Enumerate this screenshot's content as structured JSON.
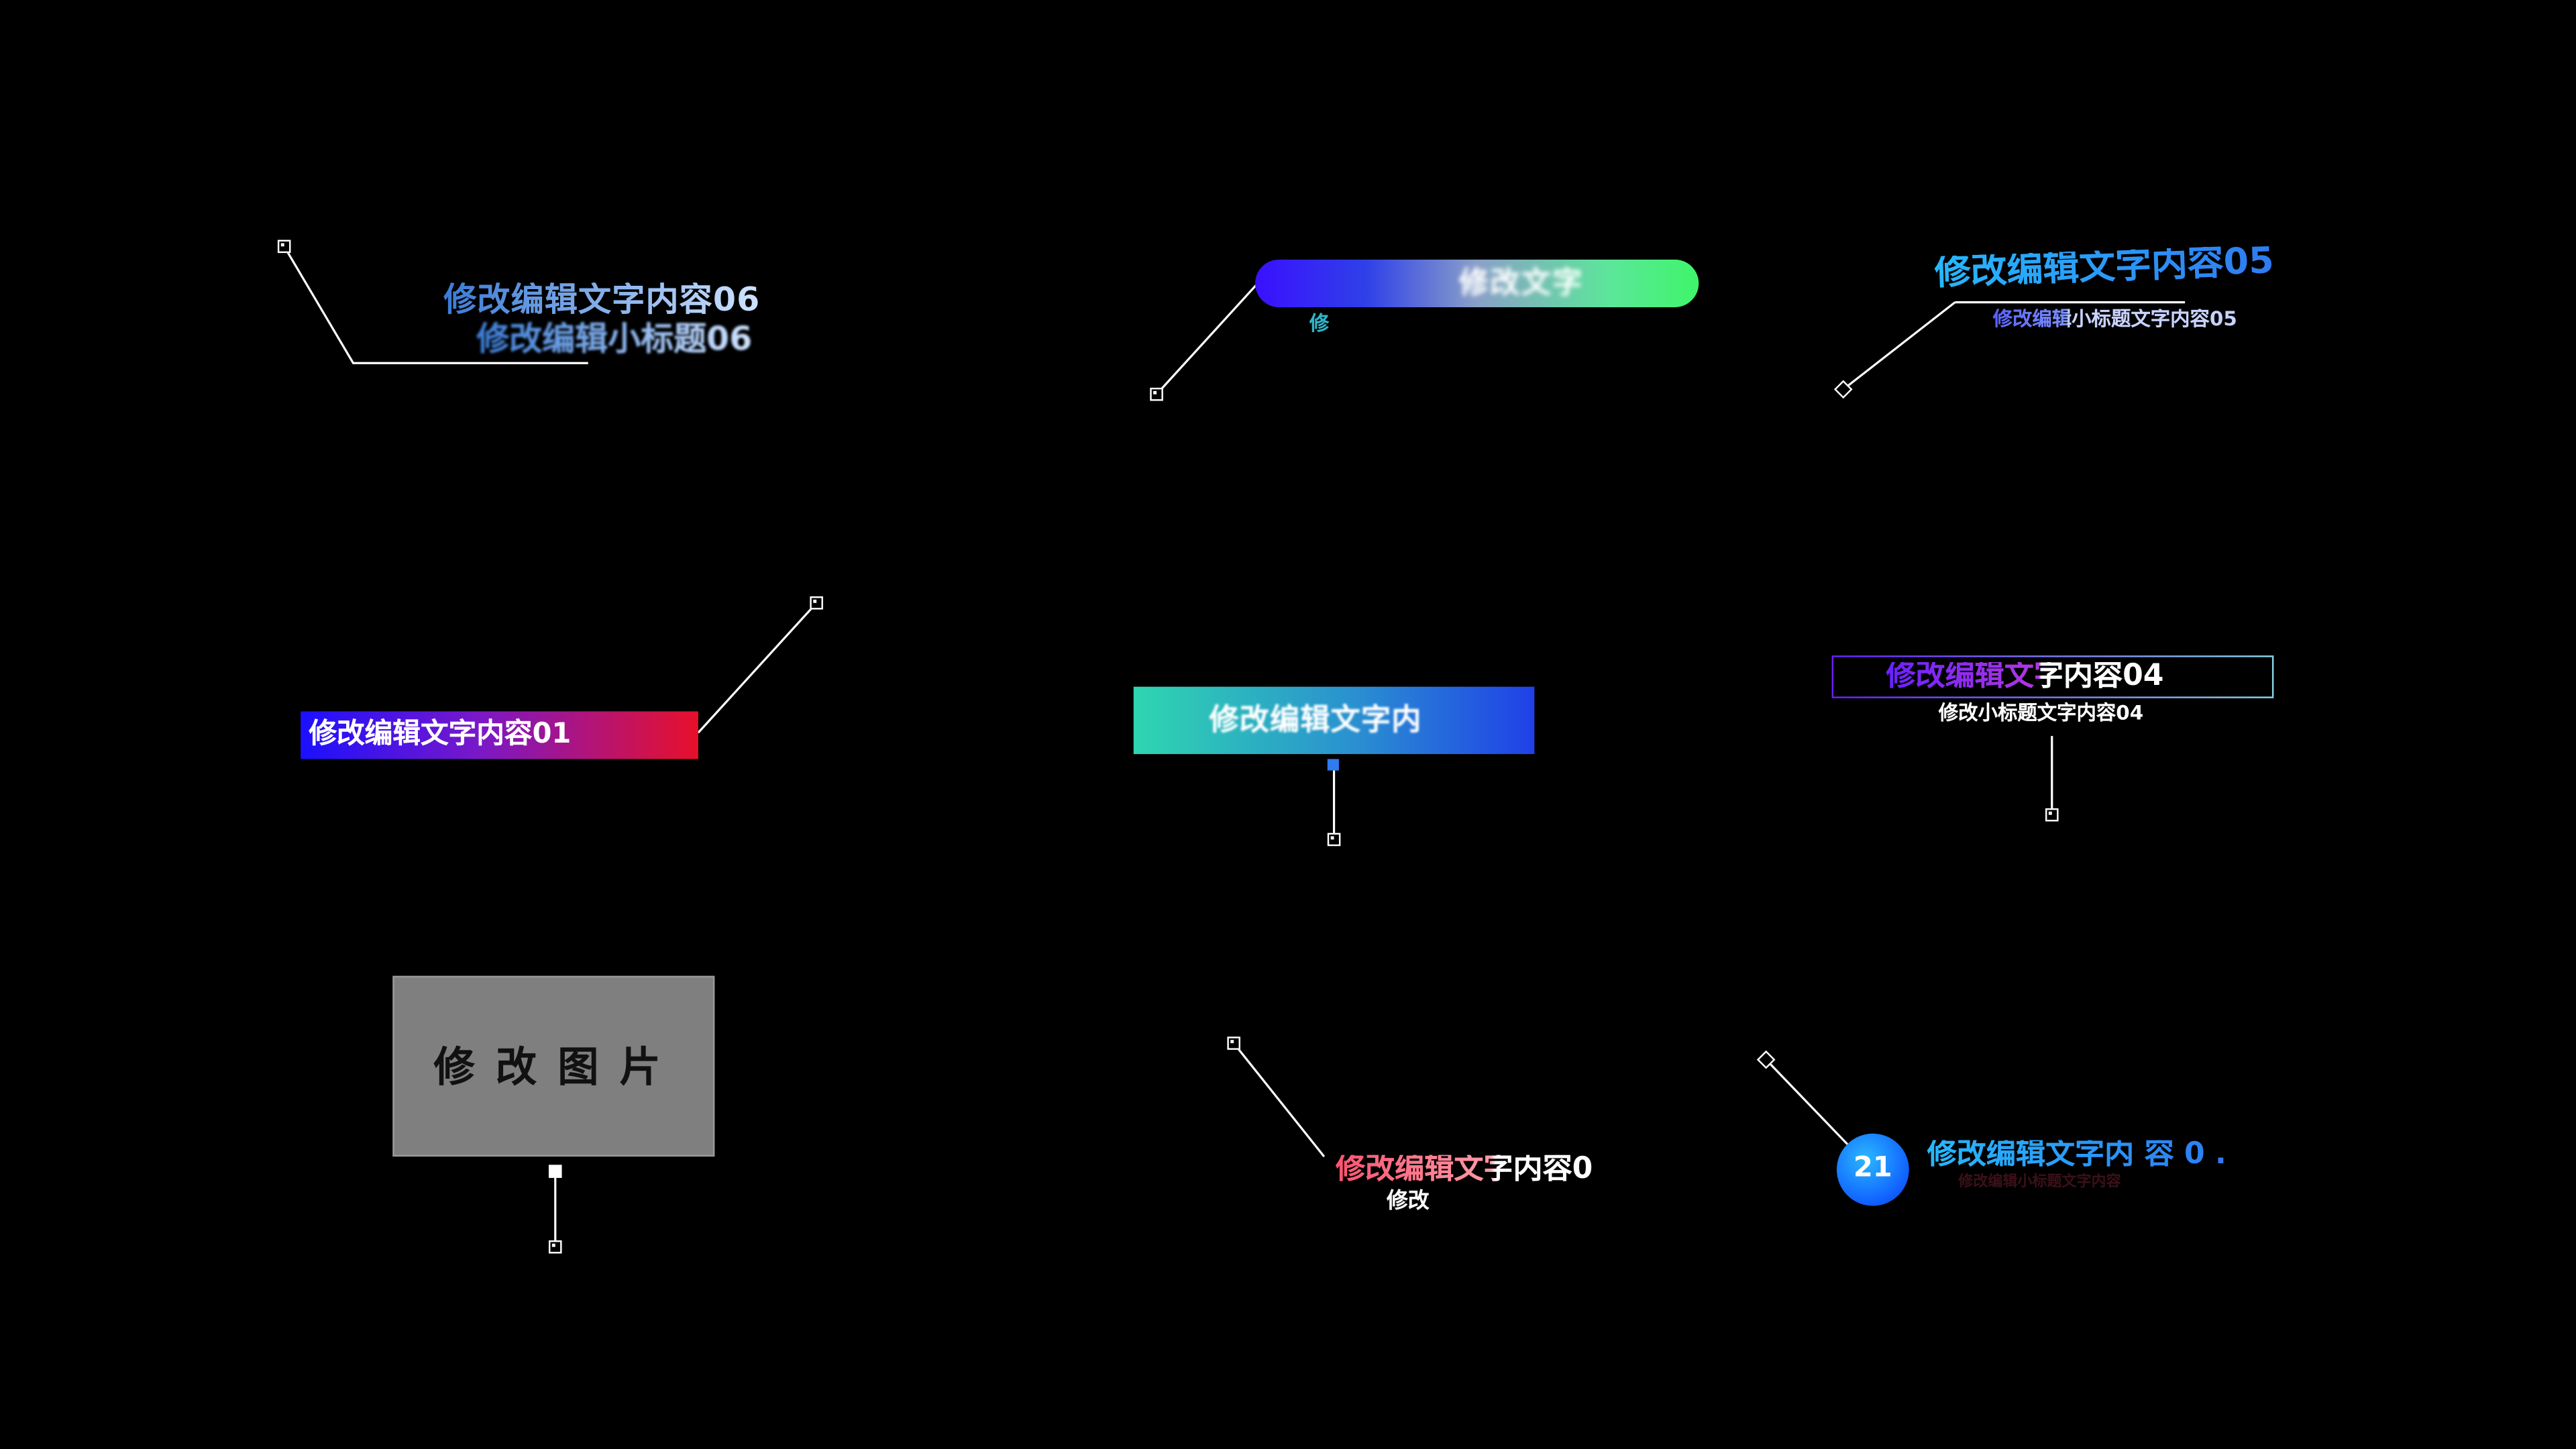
{
  "background": "#000000",
  "colors": {
    "line": "#ffffff",
    "accent_blue": "#2f7bf0",
    "accent_green": "#3ef56a",
    "accent_red": "#e8102a",
    "accent_cyan": "#2fd6b0",
    "placeholder_gray": "#7f7f7f"
  },
  "callouts": {
    "c06": {
      "title": "修改编辑文字内容06",
      "subtitle": "修改编辑小标题06"
    },
    "bar_green": {
      "title": "修改文字",
      "subtitle": "修"
    },
    "c05": {
      "title": "修改编辑文字内容05",
      "subtitle": "修改编辑小标题文字内容05"
    },
    "c01": {
      "title": "修改编辑文字内容01"
    },
    "bar_teal": {
      "title": "修改编辑文字内"
    },
    "c04": {
      "title": "修改编辑文字内容04",
      "subtitle": "修改小标题文字内容04"
    },
    "image": {
      "label": "修 改 图 片"
    },
    "c_red": {
      "title": "修改编辑文字内容0",
      "subtitle": "修改"
    },
    "c21": {
      "badge": "21",
      "title": "修改编辑文字内 容 0 .",
      "subtitle": "修改编辑小标题文字内容"
    }
  }
}
